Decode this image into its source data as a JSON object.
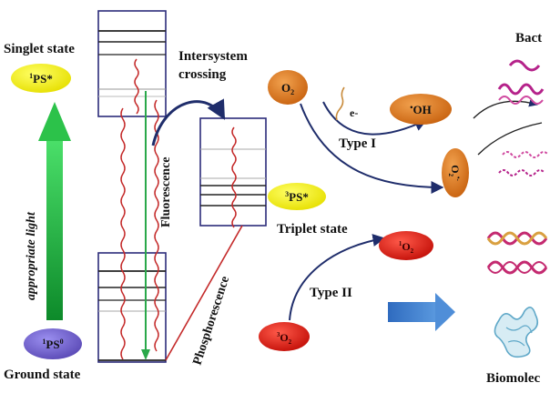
{
  "labels": {
    "singlet_state": "Singlet state",
    "ground_state": "Ground state",
    "triplet_state": "Triplet state",
    "intersystem_crossing_line1": "Intersystem",
    "intersystem_crossing_line2": "crossing",
    "fluorescence": "Fluorescence",
    "phosphorescence": "Phosphorescence",
    "appropriate_light": "appropriate light",
    "type_1": "Type I",
    "type_2": "Type II",
    "electron": "e-",
    "bacteria": "Bact",
    "biomolecules": "Biomolec"
  },
  "species": {
    "ps_singlet": {
      "sup": "1",
      "base": "PS*"
    },
    "ps_ground": {
      "sup": "1",
      "base": "PS",
      "suffix": "0"
    },
    "ps_triplet": {
      "sup": "3",
      "base": "PS*"
    },
    "o2_type1": {
      "base": "O",
      "sub": "2"
    },
    "hydroxyl": {
      "sup": "•",
      "base": "OH"
    },
    "superoxide": {
      "base": "O",
      "sub": "2",
      "sup": "•-"
    },
    "singlet_oxygen": {
      "sup": "1",
      "base": "O",
      "sub": "2"
    },
    "triplet_oxygen": {
      "sup": "3",
      "base": "O",
      "sub": "2"
    }
  },
  "colors": {
    "ps_yellow": "#f4f200",
    "ps_purple": "#6e5ec7",
    "oxygen_orange": "#d9771f",
    "oxygen_red": "#e31f14",
    "arrow_navy": "#1f2d6b",
    "wavy_red": "#c42a2a",
    "fluorescence_green": "#2aa84a",
    "light_arrow_green": "#2cc24a",
    "block_arrow_blue": "#3f7fd0",
    "box_stroke": "#2b2b7a"
  }
}
